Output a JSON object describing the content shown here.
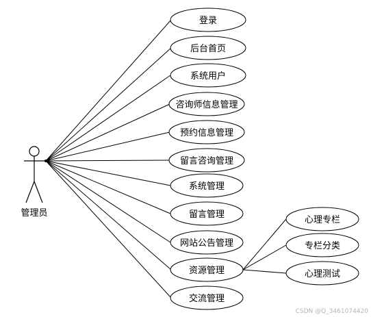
{
  "actor": {
    "label": "管理员"
  },
  "use_cases": [
    {
      "id": "login",
      "label": "登录"
    },
    {
      "id": "admin-home",
      "label": "后台首页"
    },
    {
      "id": "system-users",
      "label": "系统用户"
    },
    {
      "id": "counselor-info",
      "label": "咨询师信息管理"
    },
    {
      "id": "booking-info",
      "label": "预约信息管理"
    },
    {
      "id": "message-consult",
      "label": "留言咨询管理"
    },
    {
      "id": "system-admin",
      "label": "系统管理"
    },
    {
      "id": "message-admin",
      "label": "留言管理"
    },
    {
      "id": "site-notice",
      "label": "网站公告管理"
    },
    {
      "id": "resource-admin",
      "label": "资源管理"
    },
    {
      "id": "exchange-admin",
      "label": "交流管理"
    }
  ],
  "sub_use_cases": [
    {
      "id": "psych-column",
      "label": "心理专栏"
    },
    {
      "id": "column-category",
      "label": "专栏分类"
    },
    {
      "id": "psych-test",
      "label": "心理测试"
    }
  ],
  "watermark": "CSDN @Q_3461074420"
}
